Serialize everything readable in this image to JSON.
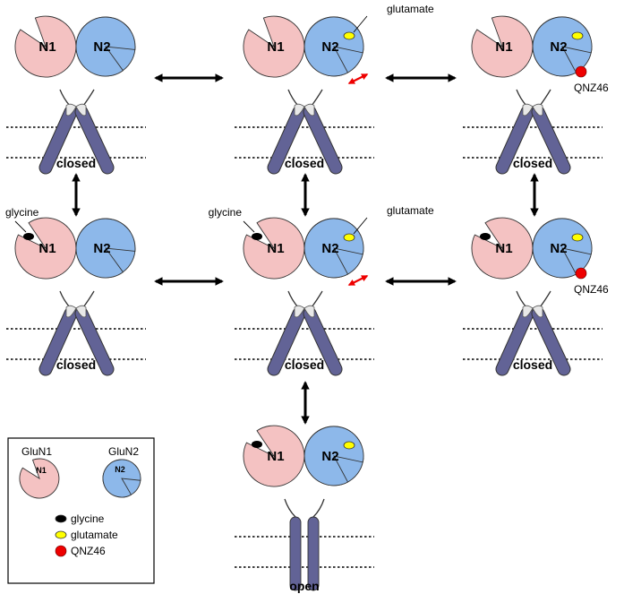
{
  "subunits": {
    "n1": "N1",
    "n2": "N2"
  },
  "states": {
    "closed": "closed",
    "open": "open"
  },
  "ligands": {
    "glycine": "glycine",
    "glutamate": "glutamate",
    "qnz46": "QNZ46"
  },
  "legend": {
    "glun1": "GluN1",
    "glun2": "GluN2",
    "n1": "N1",
    "n2": "N2",
    "items": [
      {
        "label": "glycine",
        "color": "#000000"
      },
      {
        "label": "glutamate",
        "color": "#ffff00"
      },
      {
        "label": "QNZ46",
        "color": "#ee0000"
      }
    ]
  },
  "colors": {
    "n1_fill": "#f4c2c2",
    "n2_fill": "#8db8ea",
    "helix": "#626396",
    "hinge": "#e8e8e8",
    "black_arrow": "#000000",
    "red_arrow": "#ee0000"
  }
}
